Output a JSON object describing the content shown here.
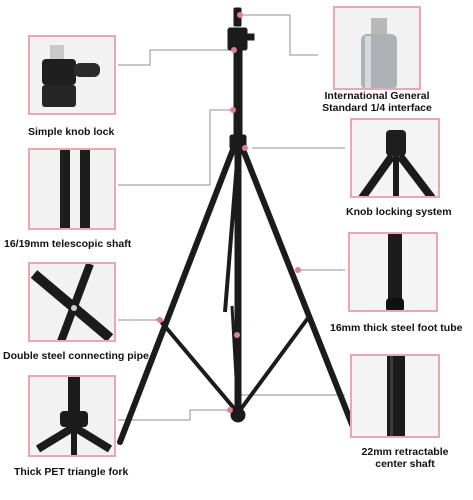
{
  "colors": {
    "frame": "#e9a6b3",
    "connector": "#8e8e9a",
    "dot": "#e07f93",
    "metal": "#1b1b1b"
  },
  "captions": {
    "knob_lock": "Simple knob lock",
    "interface_line1": "International General",
    "interface_line2": "Standard 1/4 interface",
    "knob_locking_system": "Knob locking system",
    "telescopic_shaft": "16/19mm telescopic shaft",
    "foot_tube": "16mm thick steel foot tube",
    "connecting_pipe": "Double steel connecting pipe",
    "center_shaft_line1": "22mm retractable",
    "center_shaft_line2": "center shaft",
    "triangle_fork": "Thick PET triangle fork"
  },
  "icons": [
    "knob-lock-photo",
    "screw-interface-photo",
    "knob-locking-system-photo",
    "telescopic-shaft-photo",
    "foot-tube-photo",
    "connecting-pipe-photo",
    "center-shaft-photo",
    "triangle-fork-photo",
    "tripod-stand-illustration"
  ]
}
